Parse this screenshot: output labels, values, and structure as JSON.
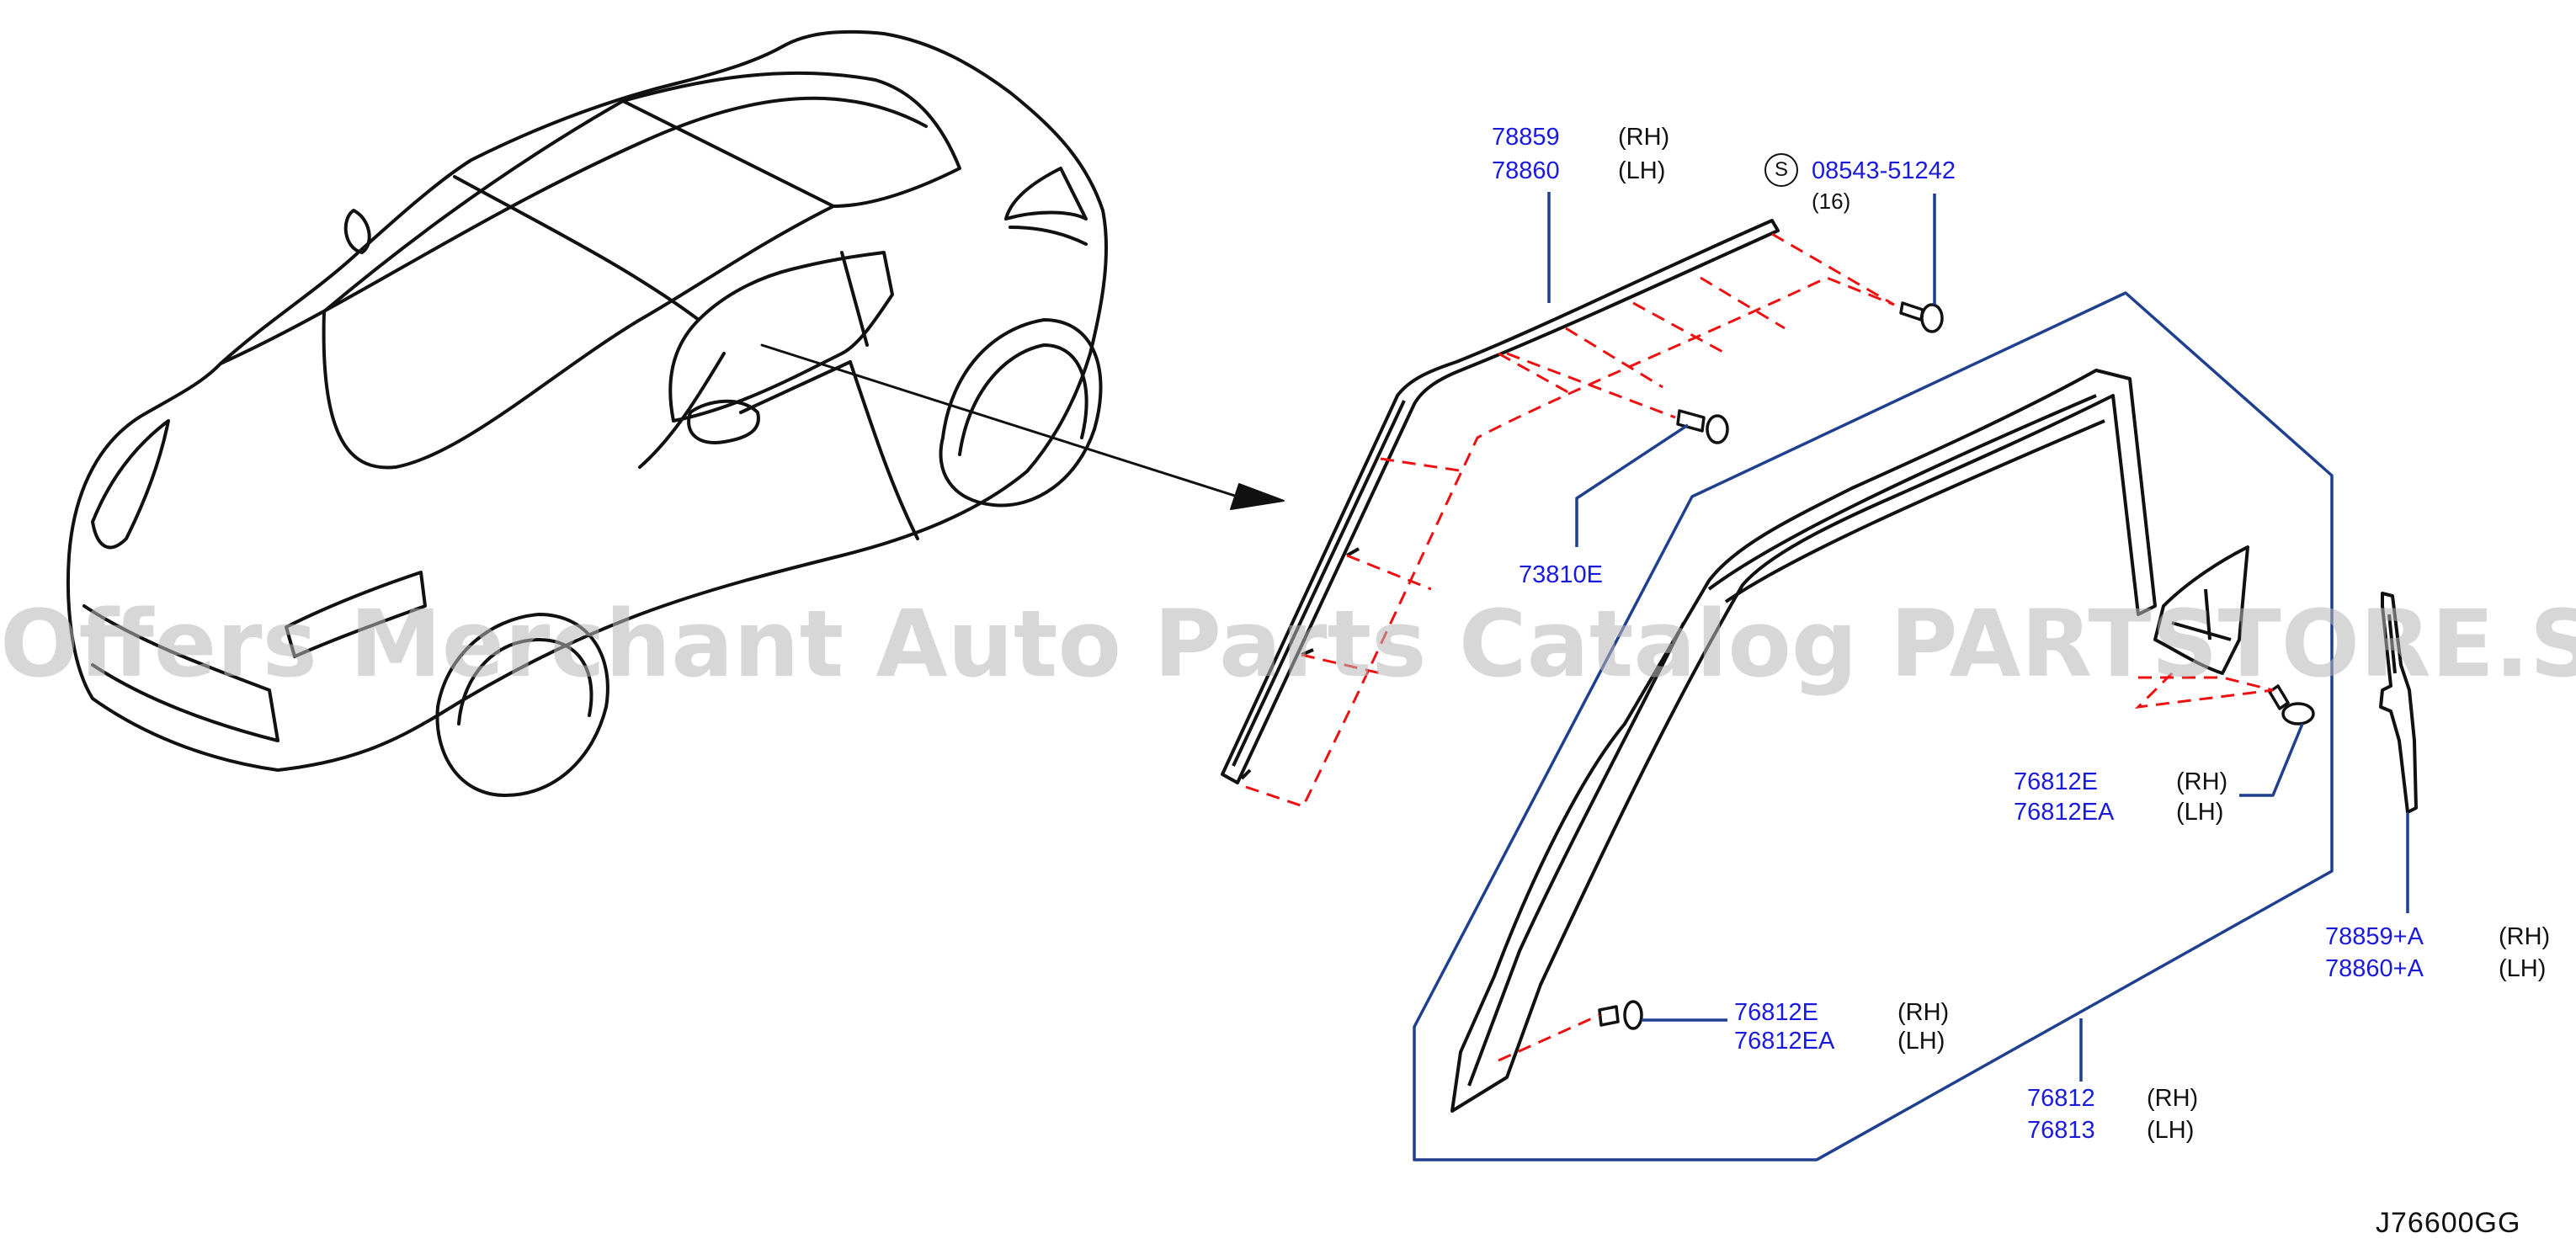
{
  "colors": {
    "part_number": "#1a1adc",
    "leader_line": "#1f3f8f",
    "dashed_line": "#ee1111",
    "outline": "#111111",
    "watermark": "#b8b8b8"
  },
  "watermark": "Offers Merchant Auto Parts Catalog PARTSTORE.SA",
  "diagram_ref": "J76600GG",
  "parts": {
    "outer_molding": {
      "rh": "78859",
      "lh": "78860",
      "rh_side": "(RH)",
      "lh_side": "(LH)"
    },
    "screw": {
      "symbol": "S",
      "number": "08543-51242",
      "qty": "(16)"
    },
    "clip": {
      "number": "73810E"
    },
    "upper_clip": {
      "rh": "76812E",
      "lh": "76812EA",
      "rh_side": "(RH)",
      "lh_side": "(LH)"
    },
    "end_piece": {
      "rh": "78859+A",
      "lh": "78860+A",
      "rh_side": "(RH)",
      "lh_side": "(LH)"
    },
    "lower_clip": {
      "rh": "76812E",
      "lh": "76812EA",
      "rh_side": "(RH)",
      "lh_side": "(LH)"
    },
    "finisher": {
      "rh": "76812",
      "lh": "76813",
      "rh_side": "(RH)",
      "lh_side": "(LH)"
    }
  }
}
